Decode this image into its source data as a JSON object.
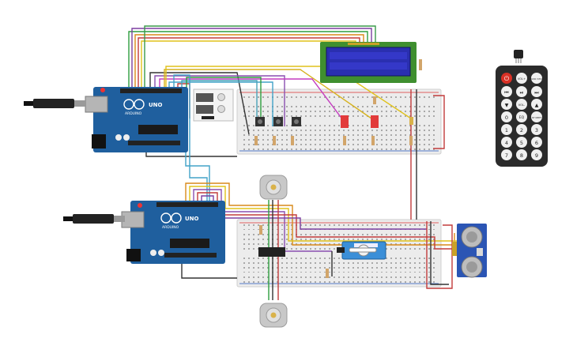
{
  "arduino_top": {
    "brand": "ARDUINO",
    "model": "UNO"
  },
  "arduino_bottom": {
    "brand": "ARDUINO",
    "model": "UNO"
  },
  "remote": {
    "power_symbol": "⏻",
    "top_row": [
      "VOL+",
      "FUNC STOP"
    ],
    "nav_row1": [
      "⏮",
      "⏯",
      "⏭"
    ],
    "nav_row2": [
      "▼",
      "VOL-",
      "▲"
    ],
    "row_zero": [
      "0",
      "EQ",
      "ST REPT"
    ],
    "digits": [
      "1",
      "2",
      "3",
      "4",
      "5",
      "6",
      "7",
      "8",
      "9"
    ]
  },
  "colors": {
    "arduino_blue": "#1f5f9e",
    "breadboard": "#ececec",
    "lcd_screen": "#2a2fb0",
    "lcd_board": "#3f8f2f",
    "remote_body": "#2b2b2b",
    "power_button": "#d93025"
  }
}
